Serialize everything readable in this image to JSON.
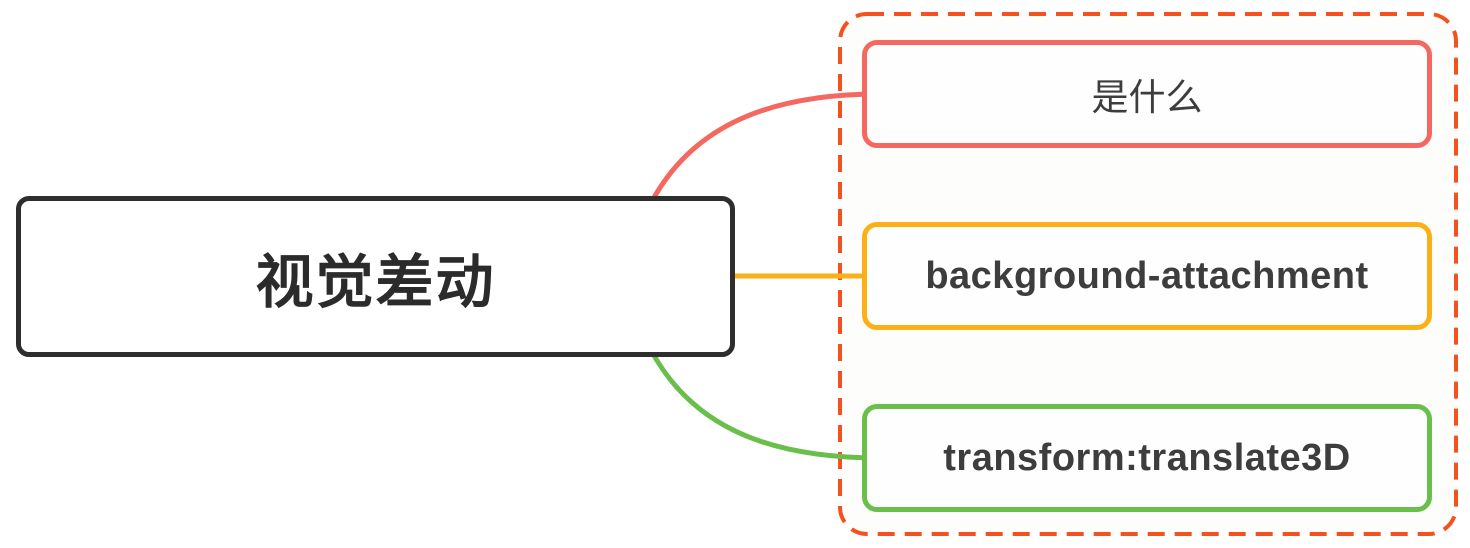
{
  "mindmap": {
    "root": {
      "label": "视觉差动",
      "border_color": "#2e2e2e",
      "text_color": "#2b2b2b"
    },
    "group": {
      "border_color": "#f4511e",
      "fill_color": "#fdfdfb"
    },
    "branches": [
      {
        "label": "是什么",
        "color": "#f5685f"
      },
      {
        "label": "background-attachment",
        "color": "#fbb017"
      },
      {
        "label": "transform:translate3D",
        "color": "#6abf4b"
      }
    ],
    "child_text_color": "#3d3d3d"
  }
}
